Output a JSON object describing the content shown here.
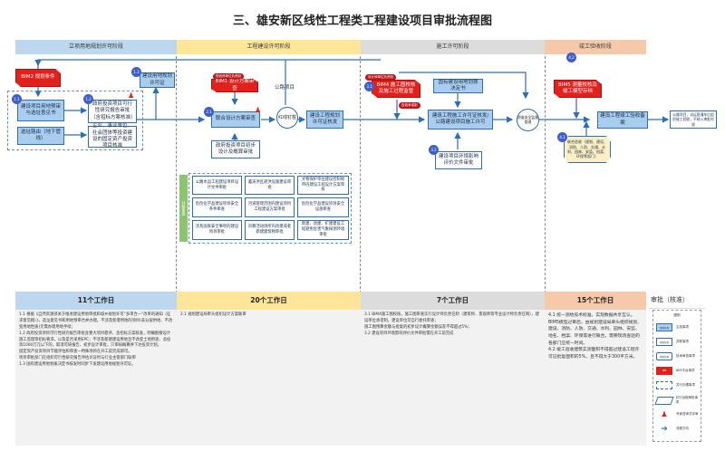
{
  "title": "三、雄安新区线性工程类工程建设项目审批流程图",
  "phases": [
    {
      "label": "立项用地规划许可阶段",
      "color": "#bcd7ee",
      "workdays": "11个工作日"
    },
    {
      "label": "工程建设许可阶段",
      "color": "#fde59a",
      "workdays": "20个工作日"
    },
    {
      "label": "施工许可阶段",
      "color": "#dcdcdc",
      "workdays": "7个工作日"
    },
    {
      "label": "竣工验收阶段",
      "color": "#f7c9ab",
      "workdays": "15个工作日"
    }
  ],
  "stage1": {
    "bim_red": "BIM2 规划条件",
    "n11": "1.1",
    "n12": "1.2",
    "n13": "1.3",
    "site_review": "建设项目用地预审与选址意见书",
    "feasibility": "政府投资项目可行性研究报告审批（含招标方案核准）",
    "route": "选址路由（地下管线）",
    "enterprise": "企业、事业单位、社会团体等投资建设的固定资产投资项目核准",
    "land_permit": "建设用地规划许可证"
  },
  "stage2": {
    "tag": "规划师单位负责制",
    "bim_red": "BIM1 设计方案审查",
    "n21": "2.1",
    "joint_review": "联合设计方案审查",
    "gov_design": "政府投资项目初步设计及概算审批",
    "stake": "红线钉桩",
    "highway_label": "公路项目",
    "eng_permit": "建设工程规划许可证核发",
    "parallel_label": "并联审批",
    "parallel": [
      "公路水运工程建设项目设计文件审批",
      "蓄滞洪区避洪设施建设审批",
      "文物保护单位建设控制地带内建设工程设计方案审核",
      "危险化学品建设项目安全条件审查",
      "河道管理范围内建设项目工程建设方案审批",
      "危险化学品建设项目安全设施审查",
      "涉及国家安全事项的建设项目审批",
      "宗教活动场所内改建或者新建建筑物审批",
      "新建、改建、扩建建设工程避免危害气象探测环境审批"
    ]
  },
  "stage3": {
    "tag_top": "设计师单位负责制",
    "tag_bottom": "告知承诺制",
    "n31": "3.1",
    "n32": "3.2",
    "bim_red": "BIM4 施工图校核及施工过程监管",
    "land_decision": "国有建设用地划拨决定书",
    "construction_permit": "建筑工程施工许可证核发/公路建设项目施工许可",
    "env_review": "建设项目环境影响评价文件审批",
    "safety": "质量安全监督管理"
  },
  "stage4": {
    "n41": "4.1",
    "n42": "4.2",
    "bim_red": "BIM5 测量校核及竣工模型存档",
    "completion": "建设工程竣工验收备案",
    "joint_accept": "联合验收（规划、建设、消防、人防、交通、水利、园林、安监、档案、环保等部门）",
    "note": "公路项目，试运营通车后组织竣工验收，不纳入审批时限"
  },
  "notes": {
    "stage1": "1.1 根据《自然资源部关于推进建设用地审批和城乡规划许可“多审合一”改革的通知（征求意见稿）》，选址意见书和用地预审合并办理。不涉及新增用地的项目(非分层供地、不改变用地性质)无需办理用地手续；\n1.2 政府投资项目可行性研究报告审批含重大项目稳评、含招标方案核准，明确勘察设计施工监理等招标要求，以及是否采用EPC；不涉及新建建设用地且不改变土地用途、总投资1000万元以下的，取消可研报告、初步设计审批，只审核概算并下达投资计划。\n固定资产投资项目节能评估和审查一特殊项目在开工前完成即可。\n项目审批部门在组织可行性研究报告评估论证时与行业主管部门联审\n1.3 国有建设用地划拨决定书核发时同步下发建设用地规划许可证。",
    "stage2": "2.1 规划建设局牵头组织设计方案联审",
    "stage3": "3.1 BIM4施工图校核，施工图审查实行设计师负责任制（建筑师、景观师等专业设计师负责任制），建设单位承诺制，建设单位可自行委托审查；\n施工图预算金额与批复的初步设计概算金额误差不得超过5%；\n3.2 建设项目环境影响评价文件审批需在开工前完成",
    "stage4": "4.1 统一测绘技术标准，实现数据共享互认。BIM5模型过审后，由规划建设局牵头组织规划、建设、消防、人防、交通、水利、园林、安监、地名、档案、环保等进行联合，需要现场查验的各部门应统一时间。\n4.2 竣工验收建筑实测面积不得超过建设工程许可证批复面积的5%，且不得大于300平方米。"
  },
  "legend": {
    "title": "审批（核准）",
    "header": "图例",
    "items": [
      {
        "symbol": "事项名称",
        "label": "主线事项"
      },
      {
        "symbol": "事项名称",
        "label": "并联事项"
      },
      {
        "symbol": "事项名称",
        "label": "技术审查事项"
      },
      {
        "symbol": "BIM",
        "label": "BIM平台事项"
      },
      {
        "symbol": "",
        "label": "并行办理事项"
      },
      {
        "symbol": "",
        "label": "并行远程审批事项"
      },
      {
        "symbol": "",
        "label": "专家咨询式评审"
      },
      {
        "symbol": "",
        "label": "流程方向"
      }
    ]
  }
}
